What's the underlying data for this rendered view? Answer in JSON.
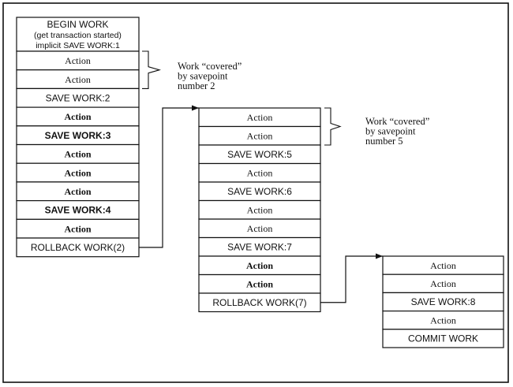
{
  "columns": [
    {
      "header": [
        "BEGIN WORK",
        "(get transaction started)",
        "implicit SAVE WORK:1"
      ],
      "rows": [
        {
          "text": "Action",
          "kind": "action"
        },
        {
          "text": "Action",
          "kind": "action"
        },
        {
          "text": "SAVE WORK:2",
          "kind": "save"
        },
        {
          "text": "Action",
          "kind": "action",
          "emphasis": "bold"
        },
        {
          "text": "SAVE WORK:3",
          "kind": "save",
          "emphasis": "bold"
        },
        {
          "text": "Action",
          "kind": "action",
          "emphasis": "bold"
        },
        {
          "text": "Action",
          "kind": "action",
          "emphasis": "bold"
        },
        {
          "text": "Action",
          "kind": "action",
          "emphasis": "bold"
        },
        {
          "text": "SAVE WORK:4",
          "kind": "save",
          "emphasis": "bold"
        },
        {
          "text": "Action",
          "kind": "action",
          "emphasis": "bold"
        },
        {
          "text": "ROLLBACK WORK(2)",
          "kind": "rollback"
        }
      ]
    },
    {
      "rows": [
        {
          "text": "Action",
          "kind": "action"
        },
        {
          "text": "Action",
          "kind": "action"
        },
        {
          "text": "SAVE WORK:5",
          "kind": "save"
        },
        {
          "text": "Action",
          "kind": "action"
        },
        {
          "text": "SAVE WORK:6",
          "kind": "save"
        },
        {
          "text": "Action",
          "kind": "action"
        },
        {
          "text": "Action",
          "kind": "action"
        },
        {
          "text": "SAVE WORK:7",
          "kind": "save"
        },
        {
          "text": "Action",
          "kind": "action",
          "emphasis": "bold"
        },
        {
          "text": "Action",
          "kind": "action",
          "emphasis": "bold"
        },
        {
          "text": "ROLLBACK WORK(7)",
          "kind": "rollback"
        }
      ]
    },
    {
      "rows": [
        {
          "text": "Action",
          "kind": "action"
        },
        {
          "text": "Action",
          "kind": "action"
        },
        {
          "text": "SAVE WORK:8",
          "kind": "save"
        },
        {
          "text": "Action",
          "kind": "action"
        },
        {
          "text": "COMMIT WORK",
          "kind": "commit"
        }
      ]
    }
  ],
  "annotations": [
    {
      "lines": [
        "Work “covered”",
        "by savepoint",
        "number 2"
      ]
    },
    {
      "lines": [
        "Work “covered”",
        "by savepoint",
        "number 5"
      ]
    }
  ],
  "arrows": [
    {
      "from": "ROLLBACK WORK(2)",
      "to": "column 2"
    },
    {
      "from": "ROLLBACK WORK(7)",
      "to": "column 3"
    }
  ]
}
